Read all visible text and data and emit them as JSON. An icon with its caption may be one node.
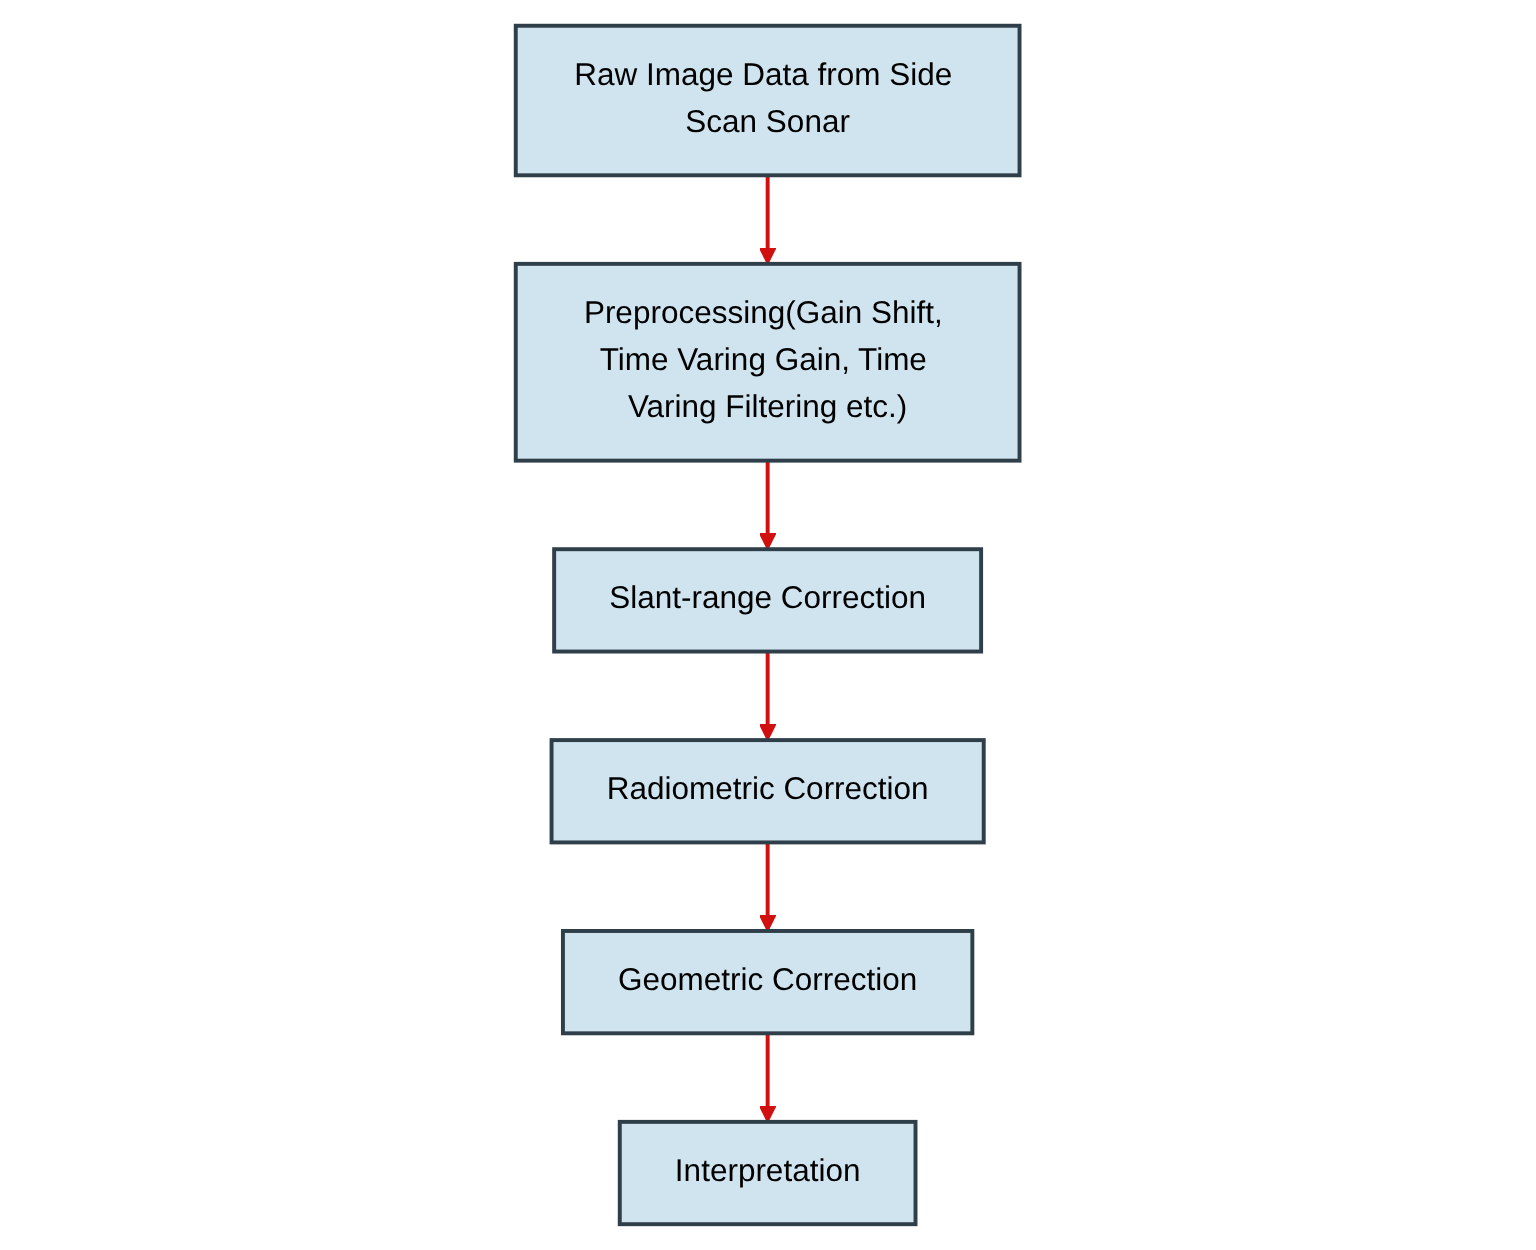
{
  "diagram": {
    "nodes": [
      {
        "text": [
          "Raw Image Data from Side Scan Sonar"
        ]
      },
      {
        "text": [
          "Preprocessing(Gain Shift, Time Varing Gain, Time Varing Filtering etc.)"
        ]
      },
      {
        "text": [
          "Slant-range Correction"
        ]
      },
      {
        "text": [
          "Radiometric Correction"
        ]
      },
      {
        "text": [
          "Geometric Correction"
        ]
      },
      {
        "text": [
          "Interpretation"
        ]
      }
    ],
    "edges": [
      {
        "from": 0,
        "to": 1,
        "arrow": "to"
      },
      {
        "from": 1,
        "to": 2,
        "arrow": "to"
      },
      {
        "from": 2,
        "to": 3,
        "arrow": "to"
      },
      {
        "from": 3,
        "to": 4,
        "arrow": "to"
      },
      {
        "from": 4,
        "to": 5,
        "arrow": "to"
      }
    ]
  }
}
